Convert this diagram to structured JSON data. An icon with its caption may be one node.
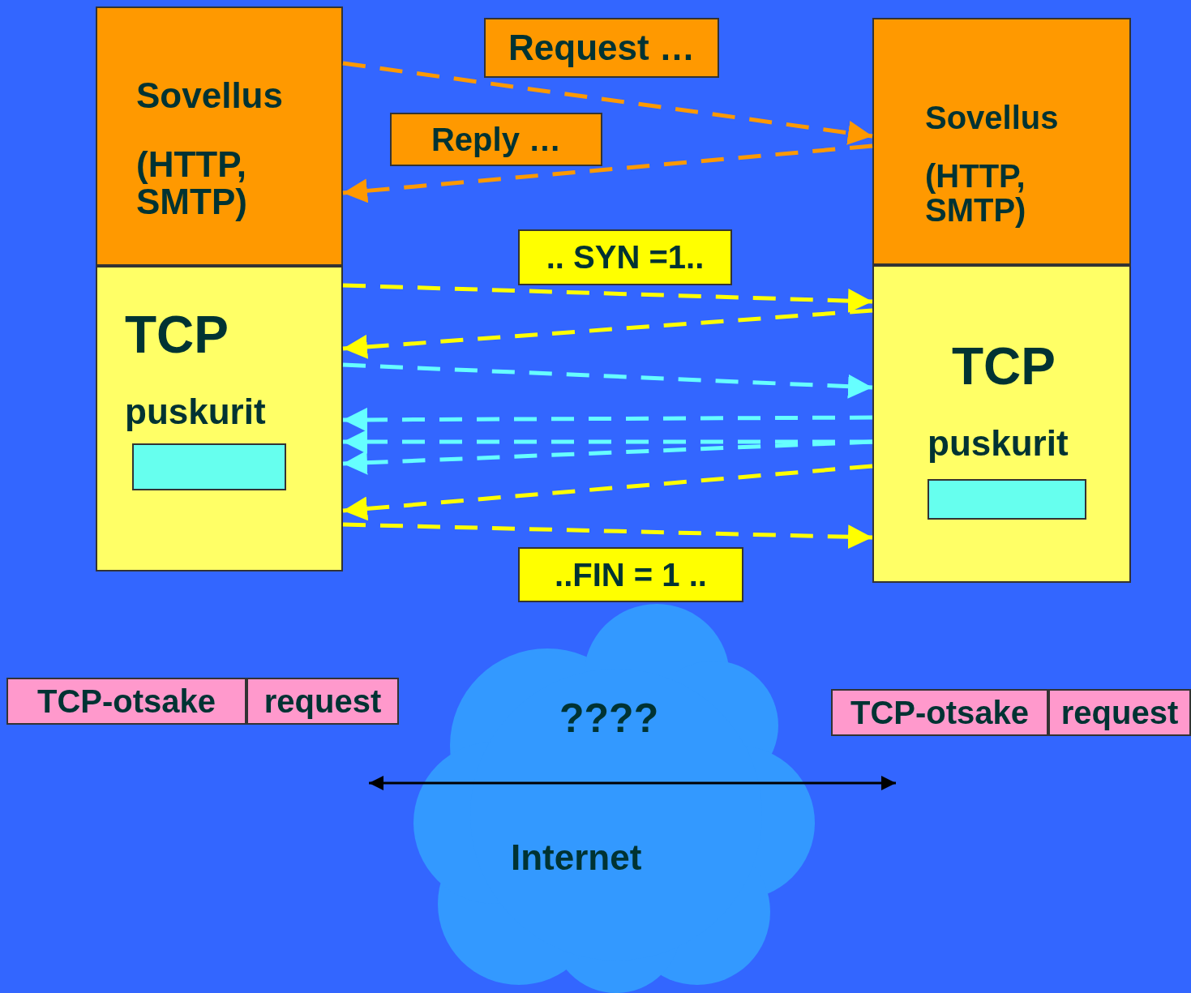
{
  "diagram": {
    "nodes": [
      {
        "text": [
          "Sovellus",
          "(HTTP, SMTP)"
        ]
      },
      {
        "text": [
          "Request …"
        ]
      },
      {
        "text": [
          "Sovellus",
          "(HTTP, SMTP)"
        ]
      },
      {
        "text": [
          "Reply …"
        ]
      },
      {
        "text": [
          "TCP",
          "puskurit"
        ]
      },
      {
        "text": [],
        "shape": "box",
        "in": 4
      },
      {
        "text": [
          ".. SYN =1.."
        ]
      },
      {
        "text": [
          "TCP",
          "puskurit"
        ]
      },
      {
        "text": [],
        "shape": "box",
        "in": 7
      },
      {
        "text": [
          "..FIN = 1 .."
        ]
      },
      {
        "text": [
          "TCP-otsake"
        ]
      },
      {
        "text": [
          "request"
        ]
      },
      {
        "text": [
          "????",
          "Internet"
        ]
      },
      {
        "text": [
          "TCP-otsake"
        ]
      },
      {
        "text": [
          "request"
        ]
      }
    ],
    "edges": [
      {
        "from": 0,
        "to": 2,
        "arrow": "to",
        "style": "dashed",
        "color": "#ff9900"
      },
      {
        "from": 2,
        "to": 0,
        "arrow": "to",
        "style": "dashed",
        "color": "#ff9900"
      },
      {
        "from": 4,
        "to": 7,
        "arrow": "to",
        "style": "dashed",
        "color": "#ffff00"
      },
      {
        "from": 7,
        "to": 4,
        "arrow": "to",
        "style": "dashed",
        "color": "#ffff00"
      },
      {
        "from": 4,
        "to": 7,
        "arrow": "to",
        "style": "dashed",
        "color": "#66ffff"
      },
      {
        "from": 7,
        "to": 4,
        "arrow": "to",
        "style": "dashed",
        "color": "#66ffff"
      },
      {
        "from": 7,
        "to": 4,
        "arrow": "to",
        "style": "dashed",
        "color": "#66ffff"
      },
      {
        "from": 7,
        "to": 4,
        "arrow": "to",
        "style": "dashed",
        "color": "#66ffff"
      },
      {
        "from": 7,
        "to": 4,
        "arrow": "to",
        "style": "dashed",
        "color": "#ffff00"
      },
      {
        "from": 4,
        "to": 7,
        "arrow": "to",
        "style": "dashed",
        "color": "#ffff00"
      }
    ]
  }
}
